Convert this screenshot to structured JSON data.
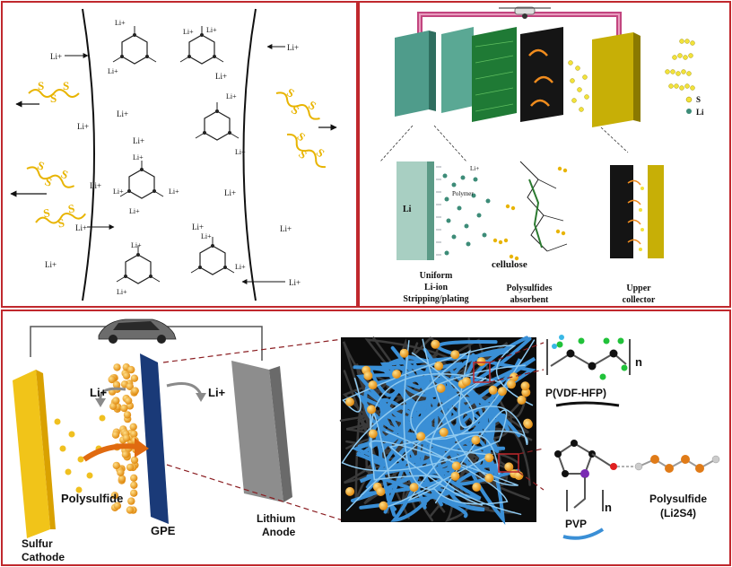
{
  "panels": {
    "top_left": {
      "li_ion_labels": [
        "Li+",
        "Li+",
        "Li+",
        "Li+",
        "Li+",
        "Li+",
        "Li+",
        "Li+",
        "Li+",
        "Li+",
        "Li+",
        "Li+",
        "Li+"
      ],
      "ring_li_labels": [
        "Li+",
        "Li+",
        "Li+",
        "Li+",
        "Li+",
        "Li+",
        "Li+",
        "Li+",
        "Li+",
        "Li+",
        "Li+",
        "Li+",
        "Li+",
        "Li+"
      ],
      "polysulfide_glyph": "S"
    },
    "top_right": {
      "legend": {
        "s": "S",
        "li": "Li"
      },
      "inset_labels": {
        "li_foil": "Li",
        "li_ion": "Li+",
        "polymer": "Polymer",
        "cellulose": "cellulose"
      },
      "captions": {
        "uniform": [
          "Uniform",
          "Li-ion",
          "Stripping/plating"
        ],
        "polysulfides": [
          "Polysulfides",
          "absorbent"
        ],
        "upper": [
          "Upper",
          "collector"
        ]
      }
    },
    "bottom": {
      "li_plus": "Li+",
      "polysulfide": "Polysulfide",
      "gpe": "GPE",
      "sulfur_cathode": [
        "Sulfur",
        "Cathode"
      ],
      "lithium_anode": [
        "Lithium",
        "Anode"
      ],
      "pvdf_hfp": "P(VDF-HFP)",
      "pvp": "PVP",
      "repeat_n": "n",
      "polysulfide_species": [
        "Polysulfide",
        "(Li2S4)"
      ]
    }
  },
  "colors": {
    "frame": "#c0282d",
    "sulfur_yellow": "#e8b400",
    "li_teal": "#3d8c78",
    "gpe_orange": "#f0a02a",
    "fiber_blue": "#3a8fd6",
    "collector_gold": "#b9a300"
  }
}
